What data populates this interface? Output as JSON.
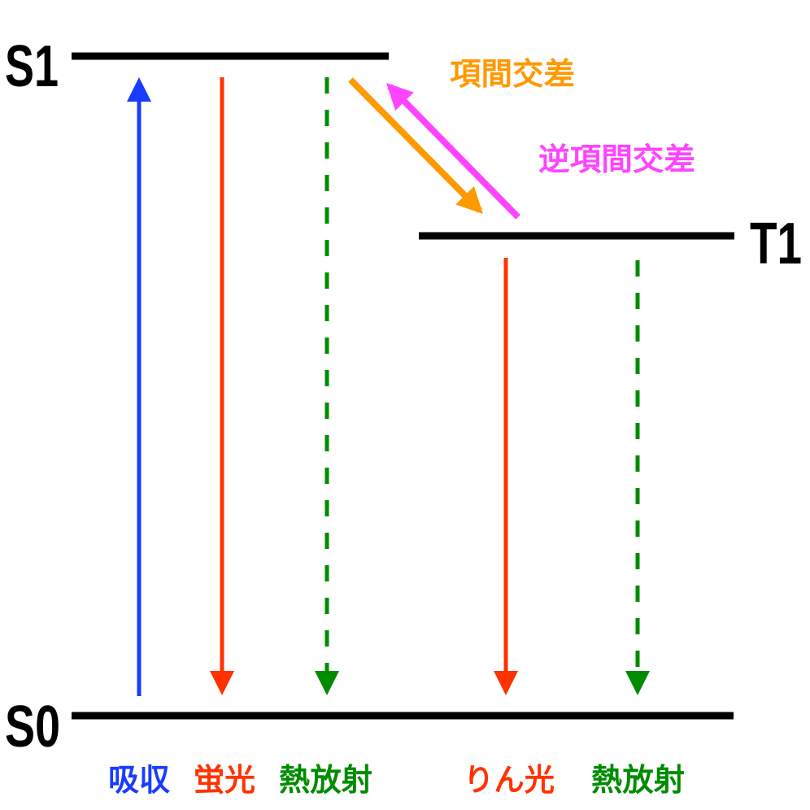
{
  "levels": {
    "s1": "S1",
    "t1": "T1",
    "s0": "S0"
  },
  "transitions": {
    "isc": "項間交差",
    "risc": "逆項間交差",
    "absorption": "吸収",
    "fluorescence": "蛍光",
    "heat_s1": "熱放射",
    "phosphorescence": "りん光",
    "heat_t1": "熱放射"
  },
  "colors": {
    "absorption": "#1a3cff",
    "emission": "#ff3300",
    "heat": "#008c00",
    "isc": "#ff9900",
    "risc": "#ff44ff",
    "level": "#000000"
  }
}
